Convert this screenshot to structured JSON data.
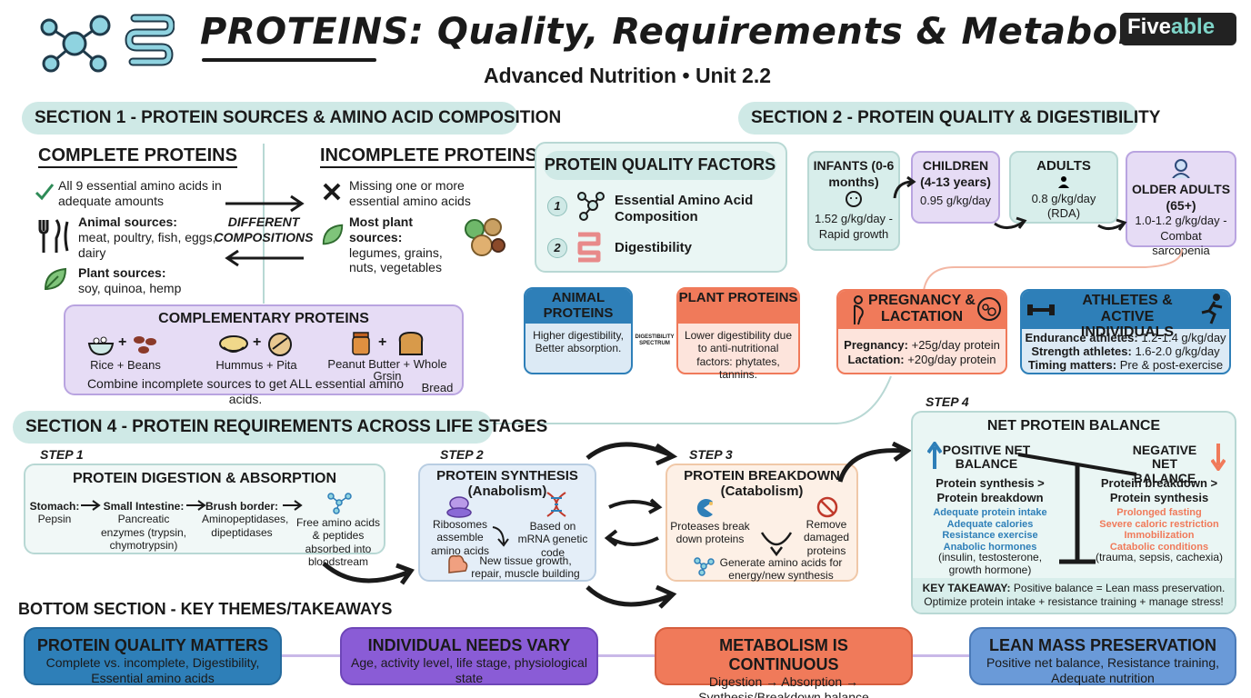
{
  "header": {
    "title": "PROTEINS: Quality, Requirements & Metabolism",
    "subtitle": "Advanced Nutrition • Unit 2.2",
    "brand_left": "Five",
    "brand_right": "able"
  },
  "section1": {
    "heading": "SECTION 1 - PROTEIN SOURCES & AMINO ACID COMPOSITION",
    "complete": {
      "title": "COMPLETE PROTEINS",
      "item1": "All 9 essential amino acids in adequate amounts",
      "animal_label": "Animal sources:",
      "animal_text": "meat, poultry, fish, eggs, dairy",
      "plant_label": "Plant sources:",
      "plant_text": "soy, quinoa, hemp"
    },
    "middle": "DIFFERENT COMPOSITIONS",
    "incomplete": {
      "title": "INCOMPLETE PROTEINS",
      "item1": "Missing one or more essential amino acids",
      "plant_label": "Most plant sources:",
      "plant_text": "legumes, grains, nuts, vegetables"
    },
    "complementary": {
      "title": "COMPLEMENTARY PROTEINS",
      "pair1": "Rice  +  Beans",
      "pair2": "Hummus  +  Pita",
      "pair3a": "Peanut Butter + Whole Grsin",
      "pair3b": "Bread",
      "note": "Combine incomplete sources to get ALL essential amino acids."
    }
  },
  "section2": {
    "heading": "SECTION 2 - PROTEIN QUALITY & DIGESTIBILITY",
    "factors_title": "PROTEIN QUALITY FACTORS",
    "factor1_num": "1",
    "factor1": "Essential Amino Acid Composition",
    "factor2_num": "2",
    "factor2": "Digestibility",
    "animal": {
      "title": "ANIMAL PROTEINS",
      "text": "Higher digestibility, Better absorption."
    },
    "spectrum": "DIGESTIBILITY SPECTRUM",
    "plant": {
      "title": "PLANT PROTEINS",
      "text": "Lower digestibility due to anti-nutritional factors: phytates, tannins."
    },
    "stages": {
      "infants_title": "INFANTS (0-6 months)",
      "infants_text": "1.52 g/kg/day - Rapid growth",
      "children_title": "CHILDREN (4-13 years)",
      "children_text": "0.95 g/kg/day",
      "adults_title": "ADULTS",
      "adults_text": "0.8 g/kg/day (RDA)",
      "older_title": "OLDER ADULTS (65+)",
      "older_text": "1.0-1.2 g/kg/day - Combat sarcopenia"
    },
    "pregnancy": {
      "title": "PREGNANCY & LACTATION",
      "line1_label": "Pregnancy:",
      "line1_text": "+25g/day protein",
      "line2_label": "Lactation:",
      "line2_text": "+20g/day protein"
    },
    "athletes": {
      "title": "ATHLETES & ACTIVE INDIVIDUALS",
      "line1_label": "Endurance athletes:",
      "line1_text": "1.2-1.4 g/kg/day",
      "line2_label": "Strength athletes:",
      "line2_text": "1.6-2.0 g/kg/day",
      "line3_label": "Timing matters:",
      "line3_text": "Pre & post-exercise"
    }
  },
  "section4": {
    "heading": "SECTION 4 - PROTEIN REQUIREMENTS ACROSS LIFE STAGES",
    "step1": {
      "label": "STEP 1",
      "title": "PROTEIN DIGESTION & ABSORPTION",
      "stomach_label": "Stomach:",
      "stomach_text": "Pepsin",
      "intestine_label": "Small Intestine:",
      "intestine_text": "Pancreatic enzymes (trypsin, chymotrypsin)",
      "brush_label": "Brush border:",
      "brush_text": "Aminopeptidases, dipeptidases",
      "result": "Free amino acids & peptides absorbed into bloodstream"
    },
    "step2": {
      "label": "STEP 2",
      "title": "PROTEIN SYNTHESIS",
      "subtitle": "(Anabolism)",
      "ribosomes": "Ribosomes assemble amino acids",
      "mrna": "Based on mRNA genetic code",
      "growth": "New tissue growth, repair, muscle building"
    },
    "step3": {
      "label": "STEP 3",
      "title": "PROTEIN BREAKDOWN",
      "subtitle": "(Catabolism)",
      "proteases": "Proteases break down proteins",
      "remove": "Remove damaged proteins",
      "generate": "Generate amino acids for energy/new synthesis"
    },
    "step4": {
      "label": "STEP 4",
      "title": "NET PROTEIN BALANCE",
      "positive_title": "POSITIVE NET BALANCE",
      "positive_sub": "Protein synthesis > Protein breakdown",
      "positive_items": [
        "Adequate protein intake",
        "Adequate calories",
        "Resistance exercise",
        "Anabolic hormones"
      ],
      "positive_note": "(insulin, testosterone, growth hormone)",
      "negative_title": "NEGATIVE NET BALANCE",
      "negative_sub": "Protein breakdown > Protein synthesis",
      "negative_items": [
        "Prolonged fasting",
        "Severe caloric restriction",
        "Immobilization",
        "Catabolic conditions"
      ],
      "negative_note": "(trauma, sepsis, cachexia)",
      "takeaway_label": "KEY TAKEAWAY:",
      "takeaway_text": "Positive balance = Lean mass preservation.",
      "takeaway_line2": "Optimize protein intake + resistance training + manage stress!"
    }
  },
  "bottom": {
    "heading": "BOTTOM SECTION - KEY THEMES/TAKEAWAYS",
    "items": [
      {
        "title": "PROTEIN QUALITY MATTERS",
        "text": "Complete vs. incomplete, Digestibility, Essential amino acids"
      },
      {
        "title": "INDIVIDUAL NEEDS VARY",
        "text": "Age, activity level, life stage, physiological state"
      },
      {
        "title": "METABOLISM IS CONTINUOUS",
        "text": "Digestion → Absorption → Synthesis/Breakdown balance"
      },
      {
        "title": "LEAN MASS PRESERVATION",
        "text": "Positive net balance, Resistance training, Adequate nutrition"
      }
    ]
  },
  "colors": {
    "teal_pill": "#cfe9e6",
    "lavender": "#e6dcf5",
    "blue": "#2e7fb8",
    "orange": "#f07a5a",
    "purple": "#8a5cd6"
  },
  "icons": [
    "molecule-icon",
    "intestine-icon",
    "check-icon",
    "fork-knife-icon",
    "leaf-icon",
    "x-icon",
    "salad-icon",
    "bowl-icon",
    "beans-icon",
    "hummus-icon",
    "pita-icon",
    "jar-icon",
    "bread-icon",
    "baby-icon",
    "person-icon",
    "elder-icon",
    "pregnant-icon",
    "dumbbell-icon",
    "runner-icon",
    "dna-icon",
    "muscle-icon",
    "pacman-icon",
    "no-icon",
    "balance-icon"
  ]
}
